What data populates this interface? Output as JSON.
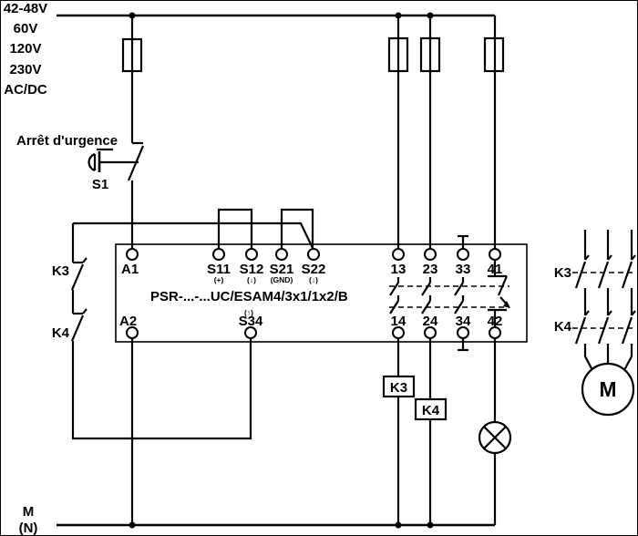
{
  "supply": {
    "voltages": [
      "42-48V",
      "60V",
      "120V",
      "230V",
      "AC/DC"
    ]
  },
  "estop": {
    "label": "Arrêt d'urgence",
    "ref": "S1"
  },
  "feedback": {
    "k3": "K3",
    "k4": "K4"
  },
  "relay": {
    "model": "PSR-...-...UC/ESAM4/3x1/1x2/B",
    "a1": "A1",
    "a2": "A2",
    "s11": "S11",
    "s11s": "(+)",
    "s12": "S12",
    "s12s": "(↓)",
    "s21": "S21",
    "s21s": "(GND)",
    "s22": "S22",
    "s22s": "(↓)",
    "s34": "S34",
    "s34s": "(↑)",
    "c13": "13",
    "c14": "14",
    "c23": "23",
    "c24": "24",
    "c33": "33",
    "c34": "34",
    "c41": "41",
    "c42": "42"
  },
  "coils": {
    "k3": "K3",
    "k4": "K4"
  },
  "power": {
    "k3": "K3",
    "k4": "K4",
    "motor": "M"
  },
  "neutral": {
    "m": "M",
    "n": "(N)"
  }
}
